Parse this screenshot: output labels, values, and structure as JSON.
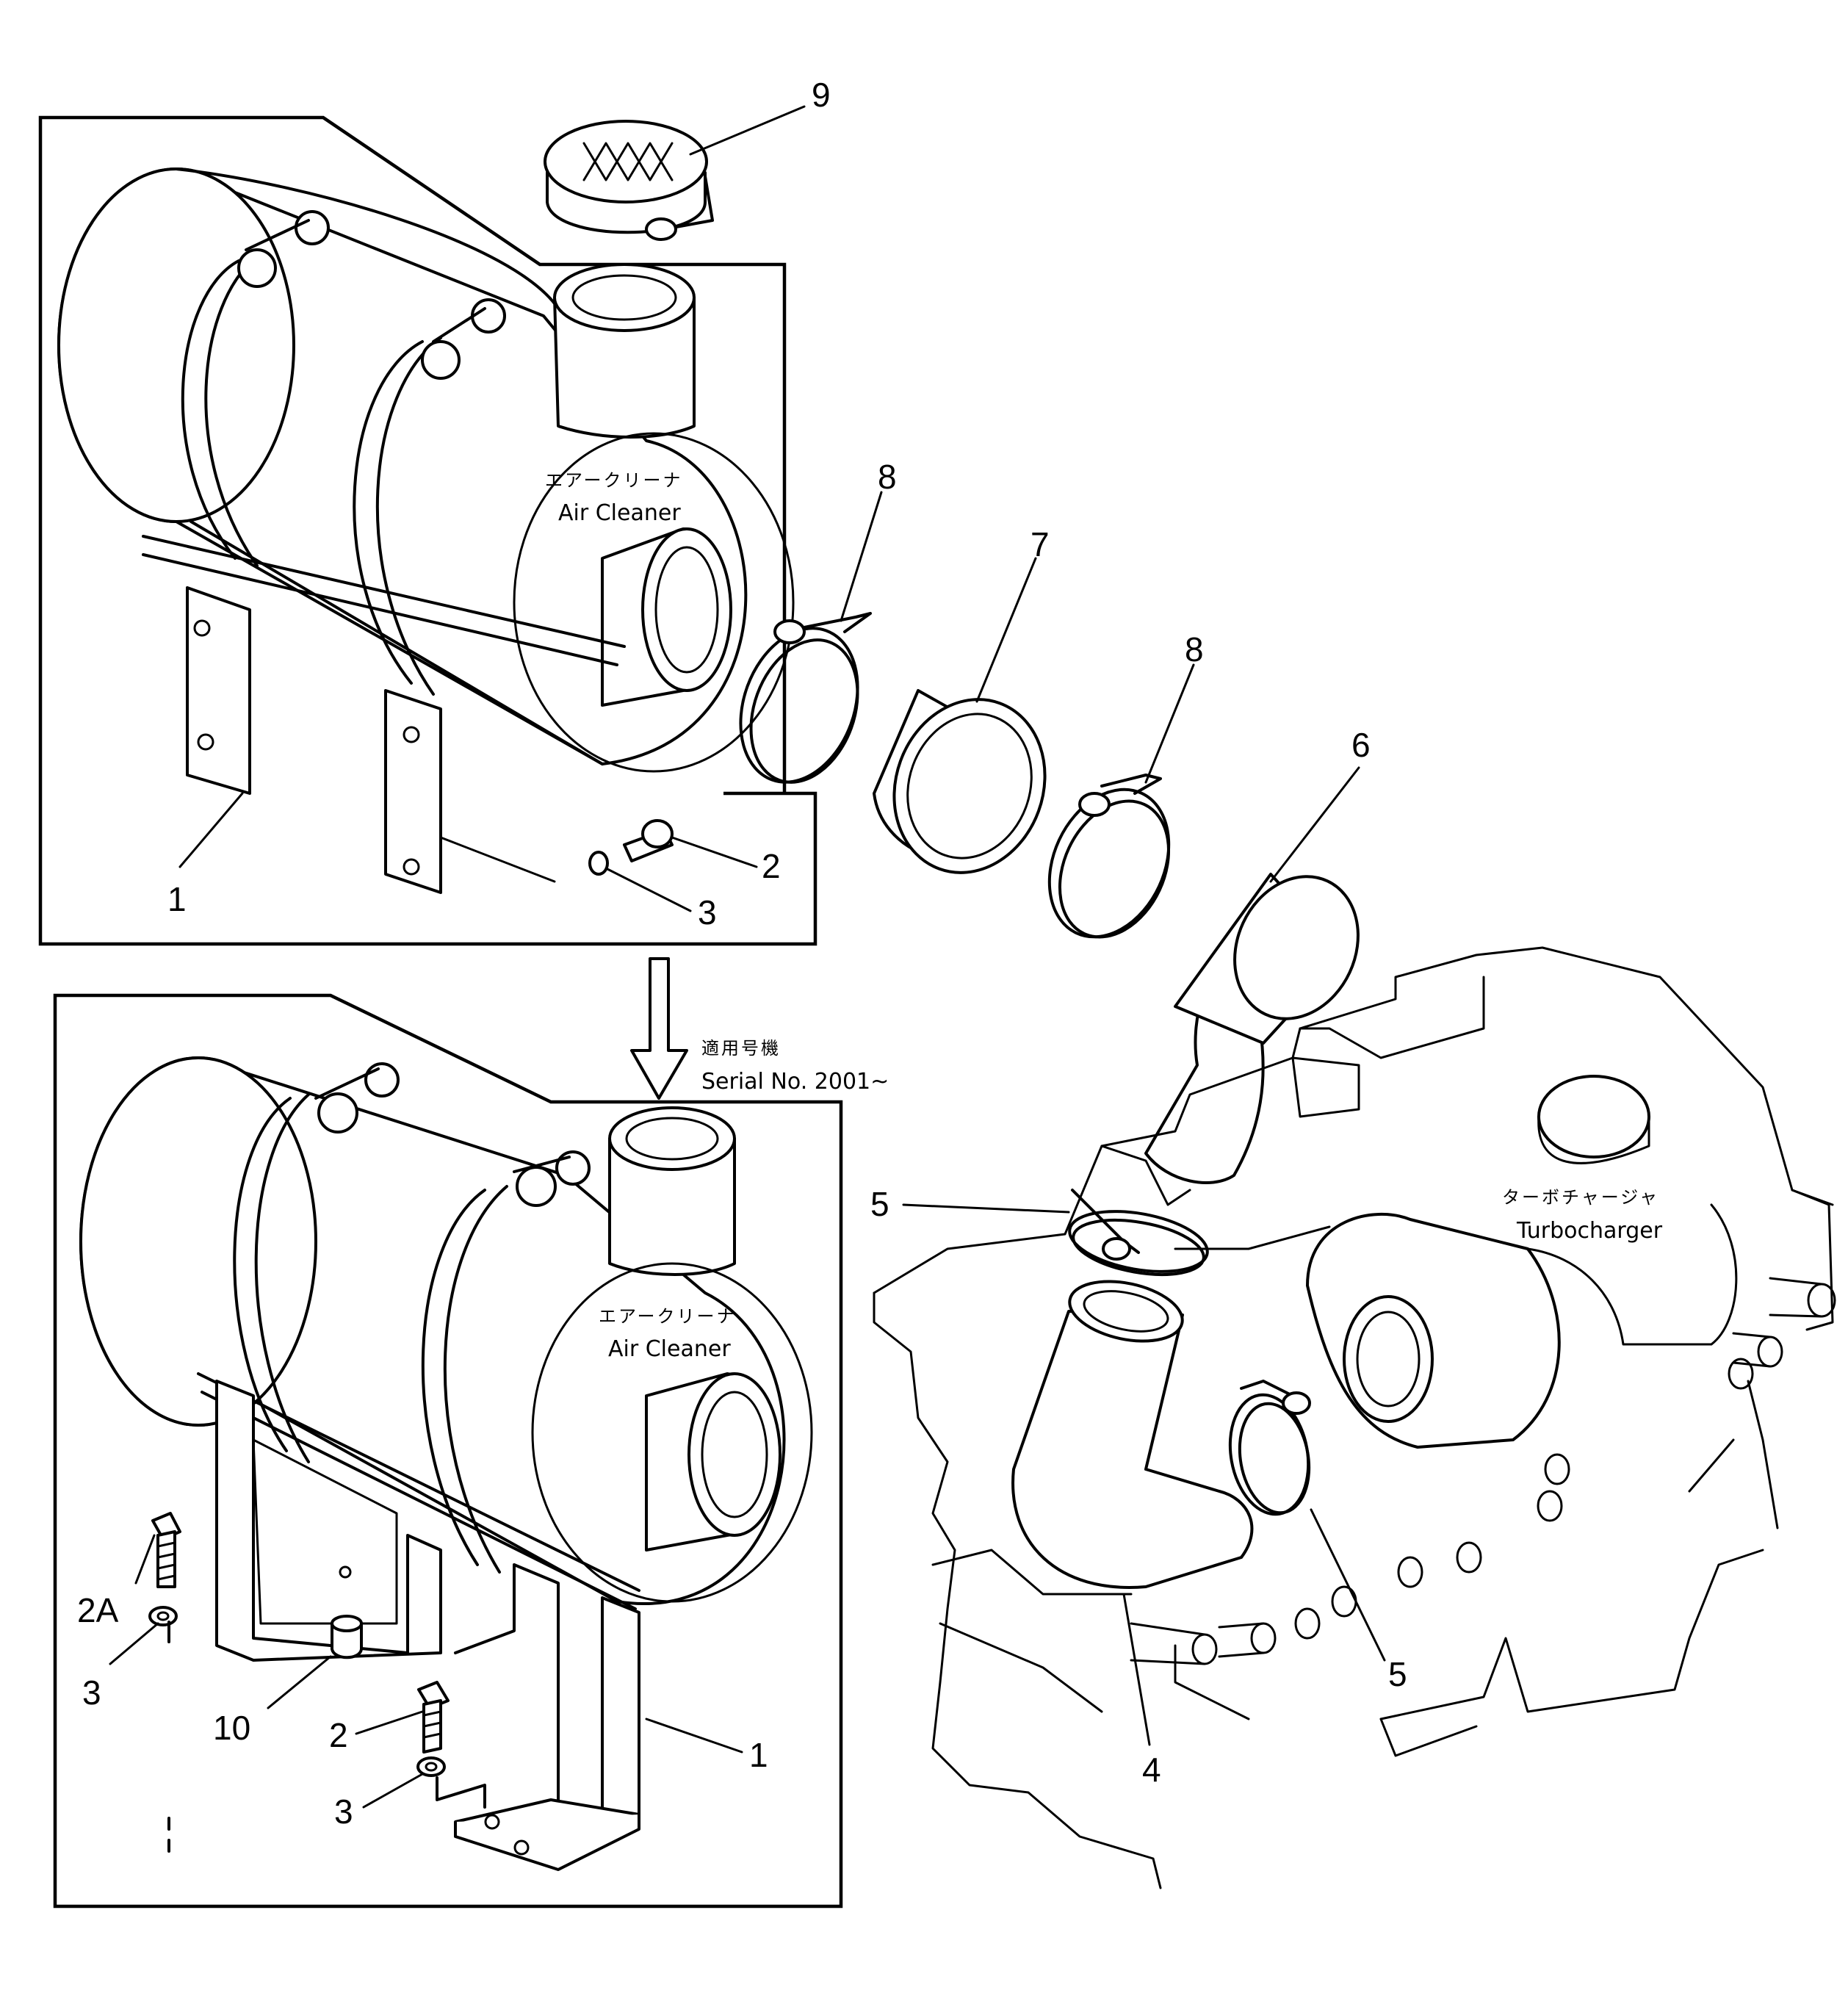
{
  "callouts": {
    "c9": "9",
    "c8a": "8",
    "c7": "7",
    "c8b": "8",
    "c6": "6",
    "c1_top": "1",
    "c2_top": "2",
    "c3_top": "3",
    "c5_left": "5",
    "c5_right": "5",
    "c4": "4",
    "c2a": "2A",
    "c3_bot_left": "3",
    "c10": "10",
    "c2_bot": "2",
    "c3_bot": "3",
    "c1_bot": "1"
  },
  "labels": {
    "air_cleaner_top_jp": "エアークリーナ",
    "air_cleaner_top_en": "Air Cleaner",
    "air_cleaner_bot_jp": "エアークリーナ",
    "air_cleaner_bot_en": "Air Cleaner",
    "turbo_jp": "ターボチャージャ",
    "turbo_en": "Turbocharger",
    "serial_jp": "適用号機",
    "serial_en": "Serial No. 2001~"
  }
}
